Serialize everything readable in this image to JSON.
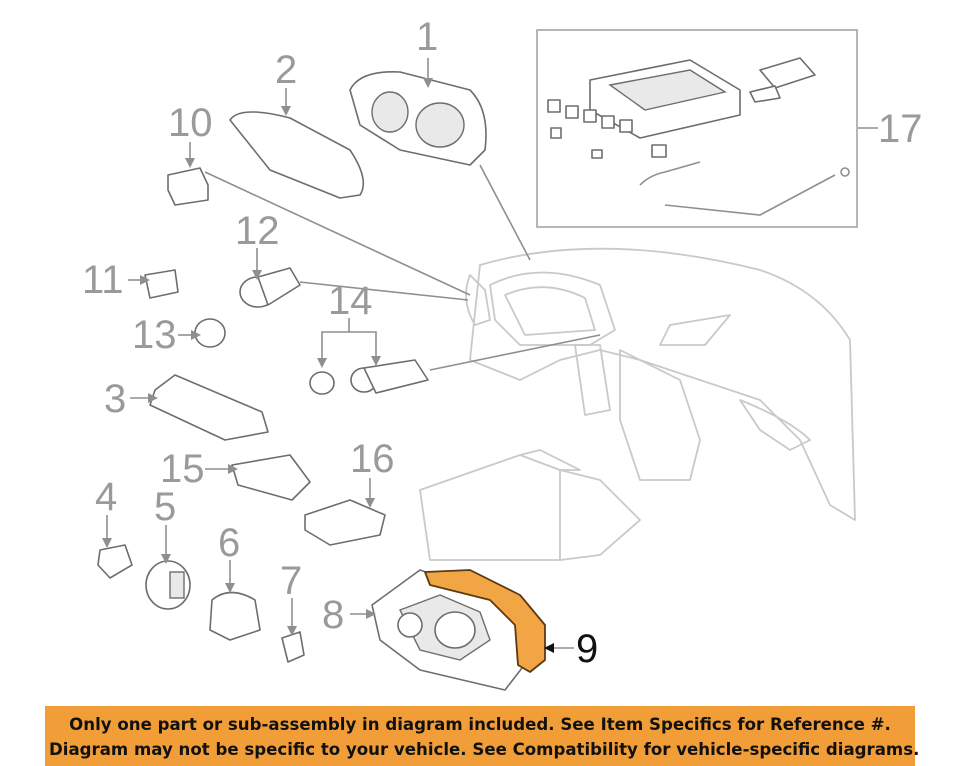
{
  "callouts": {
    "c1": "1",
    "c2": "2",
    "c3": "3",
    "c4": "4",
    "c5": "5",
    "c6": "6",
    "c7": "7",
    "c8": "8",
    "c9": "9",
    "c10": "10",
    "c11": "11",
    "c12": "12",
    "c13": "13",
    "c14": "14",
    "c15": "15",
    "c16": "16",
    "c17": "17"
  },
  "highlighted_part": "9",
  "colors": {
    "highlight": "#f2a544",
    "banner": "#f29e38",
    "line_art": "#6d6d6d",
    "callout": "#9a9a9a"
  },
  "banner": {
    "line1": "Only one part or sub-assembly in diagram included. See Item Specifics for Reference #.",
    "line2": "Diagram may not be specific to your vehicle. See Compatibility for vehicle-specific diagrams."
  }
}
